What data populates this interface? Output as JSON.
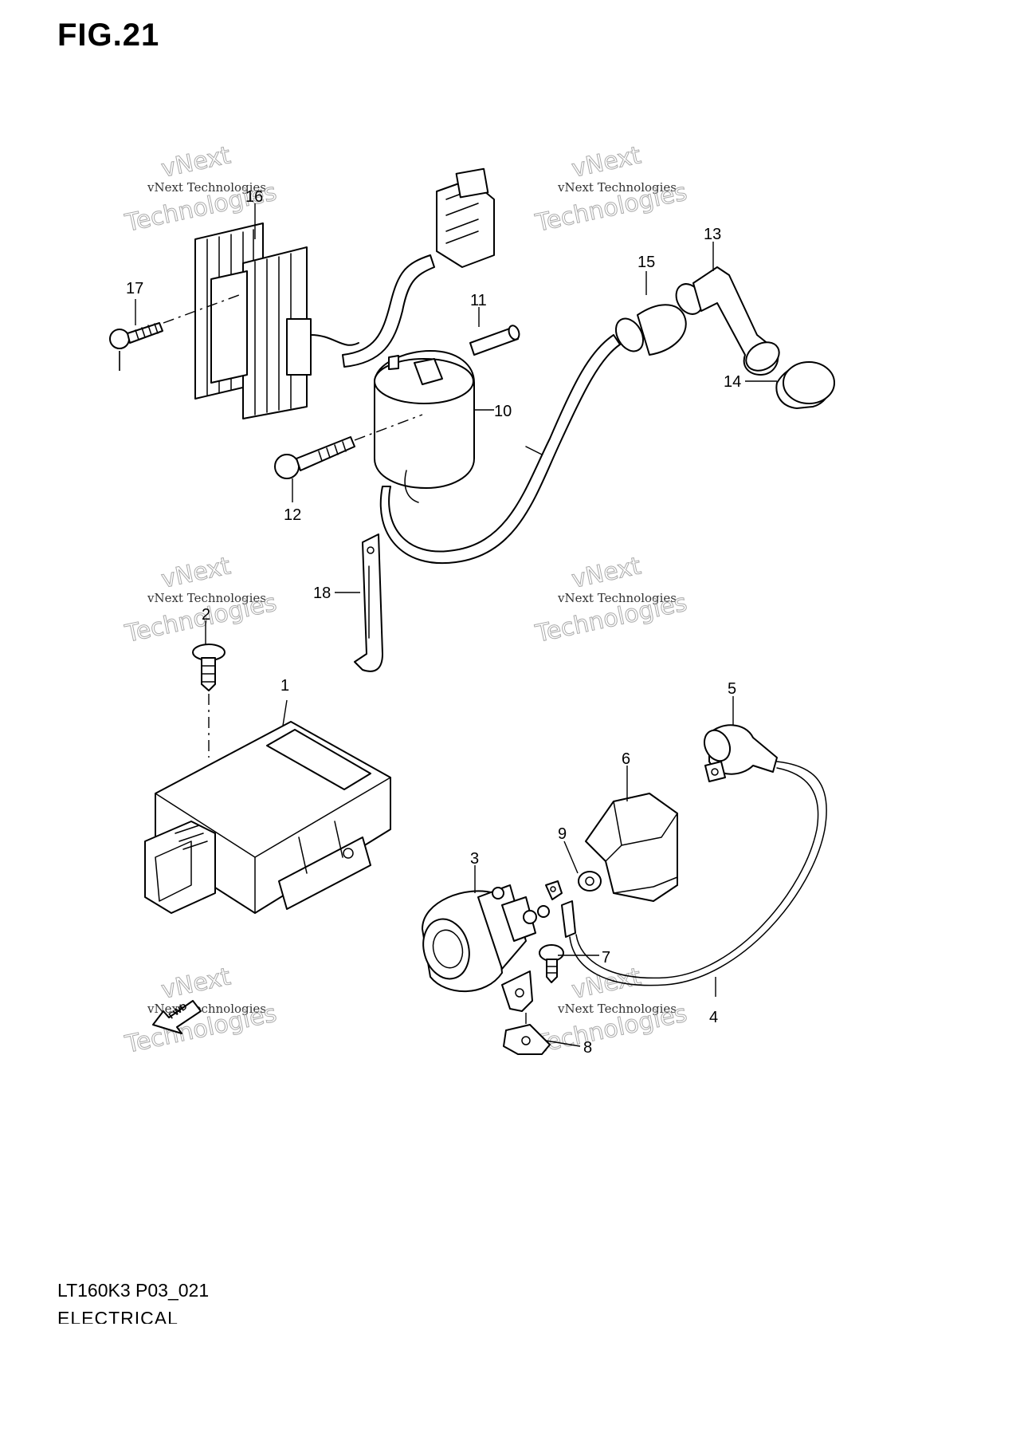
{
  "figure": {
    "title": "FIG.21",
    "model_code": "LT160K3 P03_021",
    "section": "ELECTRICAL"
  },
  "watermark": {
    "line1": "vNext Technologies",
    "line2": "vNext",
    "line3": "Technologies"
  },
  "callouts": [
    "1",
    "2",
    "3",
    "4",
    "5",
    "6",
    "7",
    "8",
    "9",
    "10",
    "11",
    "12",
    "13",
    "14",
    "15",
    "16",
    "17",
    "18"
  ],
  "front_arrow": {
    "label": "FWD"
  }
}
